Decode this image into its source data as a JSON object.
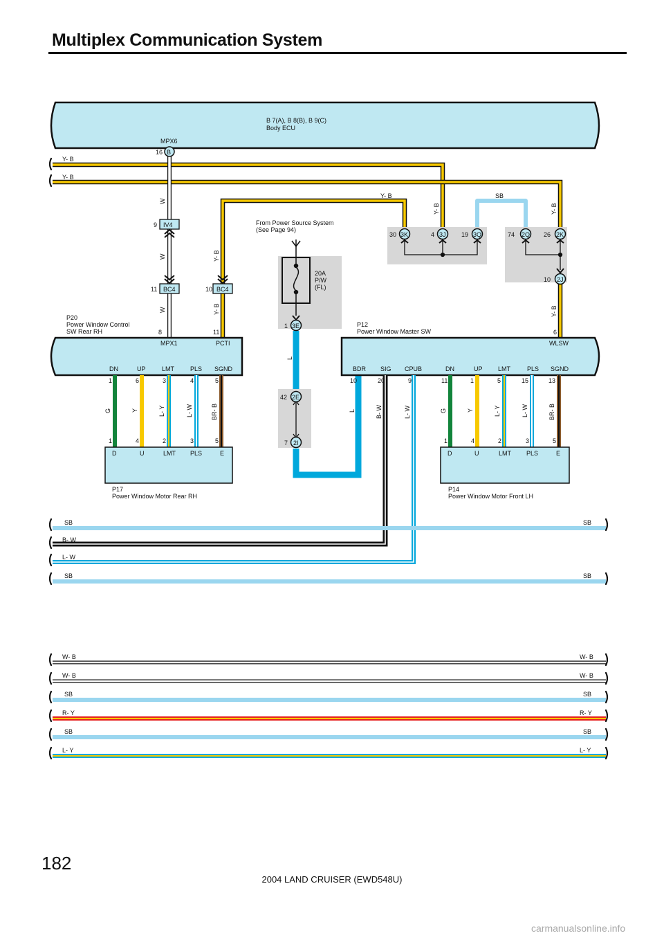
{
  "page": {
    "title": "Multiplex Communication System",
    "page_number": "182",
    "footer": "2004 LAND CRUISER (EWD548U)",
    "watermark": "carmanualsonline.info"
  },
  "colors": {
    "box": "#bfe8f2",
    "shade": "#d7d7d7",
    "Y": "#f7c900",
    "B": "#111111",
    "L": "#00a8dc",
    "SB": "#9ad6ef",
    "G": "#12843b",
    "W": "#ffffff",
    "BR": "#8b5a2b",
    "R": "#e51f1f"
  },
  "body_ecu": {
    "line1": "B 7(A), B 8(B), B 9(C)",
    "line2": "Body ECU",
    "pin_name": "MPX6",
    "pin_num": "16",
    "conn": "B"
  },
  "wires": {
    "yb1": "Y- B",
    "yb2": "Y- B",
    "w1": "W",
    "w2": "W",
    "w3": "W",
    "yb_pcti1": "Y- B",
    "yb_pcti2": "Y- B",
    "yb_top": "Y- B",
    "yb_3j": "Y- B",
    "sb_top": "SB",
    "yb_2k": "Y- B",
    "yb_wlsw": "Y- B",
    "l_fuse": "L",
    "l_2i": "L"
  },
  "conns": {
    "iv4": {
      "pin": "9",
      "label": "IV4"
    },
    "bc4a": {
      "pin": "11",
      "label": "BC4"
    },
    "bc4b": {
      "pin": "10",
      "label": "BC4"
    },
    "c3k": {
      "pin": "30",
      "label": "3K"
    },
    "c3j": {
      "pin": "4",
      "label": "3J"
    },
    "c3q": {
      "pin": "19",
      "label": "3Q"
    },
    "c2q": {
      "pin": "74",
      "label": "2Q"
    },
    "c2k": {
      "pin": "26",
      "label": "2K"
    },
    "c2j": {
      "pin": "10",
      "label": "2J"
    },
    "c3e": {
      "pin": "1",
      "label": "3E"
    },
    "c2e": {
      "pin": "42",
      "label": "2E"
    },
    "c2i": {
      "pin": "7",
      "label": "2I"
    }
  },
  "fuse": {
    "src1": "From Power Source System",
    "src2": "(See Page 94)",
    "l1": "20A",
    "l2": "P/W",
    "l3": "(FL)"
  },
  "p20": {
    "code": "P20",
    "name1": "Power Window Control",
    "name2": "SW Rear RH",
    "mpx1": "MPX1",
    "mpx1_pin": "8",
    "pcti": "PCTI",
    "pcti_pin": "11",
    "pins": [
      {
        "name": "DN",
        "num": "1",
        "wire": "G",
        "mnum": "1"
      },
      {
        "name": "UP",
        "num": "6",
        "wire": "Y",
        "mnum": "4"
      },
      {
        "name": "LMT",
        "num": "3",
        "wire": "L- Y",
        "mnum": "2"
      },
      {
        "name": "PLS",
        "num": "4",
        "wire": "L- W",
        "mnum": "3"
      },
      {
        "name": "SGND",
        "num": "5",
        "wire": "BR- B",
        "mnum": "5"
      }
    ]
  },
  "p17": {
    "code": "P17",
    "name": "Power Window Motor Rear RH",
    "pins": [
      "D",
      "U",
      "LMT",
      "PLS",
      "E"
    ]
  },
  "p12": {
    "code": "P12",
    "name": "Power Window Master SW",
    "wlsw": "WLSW",
    "wlsw_pin": "6",
    "bdr": {
      "name": "BDR",
      "num": "10"
    },
    "sig": {
      "name": "SIG",
      "num": "20",
      "wire": "B- W"
    },
    "cpub": {
      "name": "CPUB",
      "num": "9",
      "wire": "L- W"
    },
    "pins": [
      {
        "name": "DN",
        "num": "11",
        "wire": "G",
        "mnum": "1"
      },
      {
        "name": "UP",
        "num": "1",
        "wire": "Y",
        "mnum": "4"
      },
      {
        "name": "LMT",
        "num": "5",
        "wire": "L- Y",
        "mnum": "2"
      },
      {
        "name": "PLS",
        "num": "15",
        "wire": "L- W",
        "mnum": "3"
      },
      {
        "name": "SGND",
        "num": "13",
        "wire": "BR- B",
        "mnum": "5"
      }
    ]
  },
  "p14": {
    "code": "P14",
    "name": "Power Window Motor Front LH",
    "pins": [
      "D",
      "U",
      "LMT",
      "PLS",
      "E"
    ]
  },
  "bus_mid": [
    {
      "left": "SB",
      "right": "SB"
    },
    {
      "left": "B- W",
      "right": ""
    },
    {
      "left": "L- W",
      "right": ""
    },
    {
      "left": "SB",
      "right": "SB"
    }
  ],
  "bus_bottom": [
    {
      "left": "W- B",
      "right": "W- B"
    },
    {
      "left": "W- B",
      "right": "W- B"
    },
    {
      "left": "SB",
      "right": "SB"
    },
    {
      "left": "R- Y",
      "right": "R- Y"
    },
    {
      "left": "SB",
      "right": "SB"
    },
    {
      "left": "L- Y",
      "right": "L- Y"
    }
  ]
}
